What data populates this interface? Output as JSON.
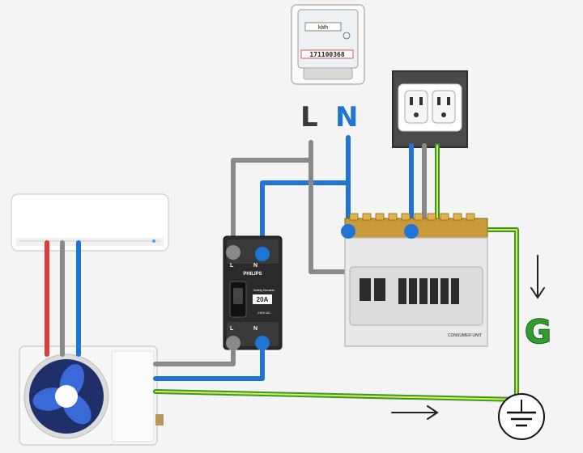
{
  "labels": {
    "line": "L",
    "neutral": "N",
    "ground": "G"
  },
  "meter": {
    "reading": "171100368",
    "unit": "kWh"
  },
  "breaker": {
    "brand": "PHILIPS",
    "rating": "20A",
    "terminal_line_top": "L",
    "terminal_neutral_top": "N",
    "terminal_line_bottom": "L",
    "terminal_neutral_bottom": "N",
    "subtitle": "Safety Breaker",
    "voltage": "230V AC"
  },
  "consumer_unit": {
    "label": "CONSUMER UNIT"
  },
  "wire_colors": {
    "line": "#8a8a8a",
    "neutral": "#1f74d6",
    "live_red": "#e23b3b",
    "ground_green": "#2f9e2f",
    "ground_yellow": "#e6e64a"
  },
  "icons": [
    "arrow-down-icon",
    "arrow-right-icon",
    "ground-symbol-icon",
    "fan-icon",
    "outlet-icon"
  ]
}
